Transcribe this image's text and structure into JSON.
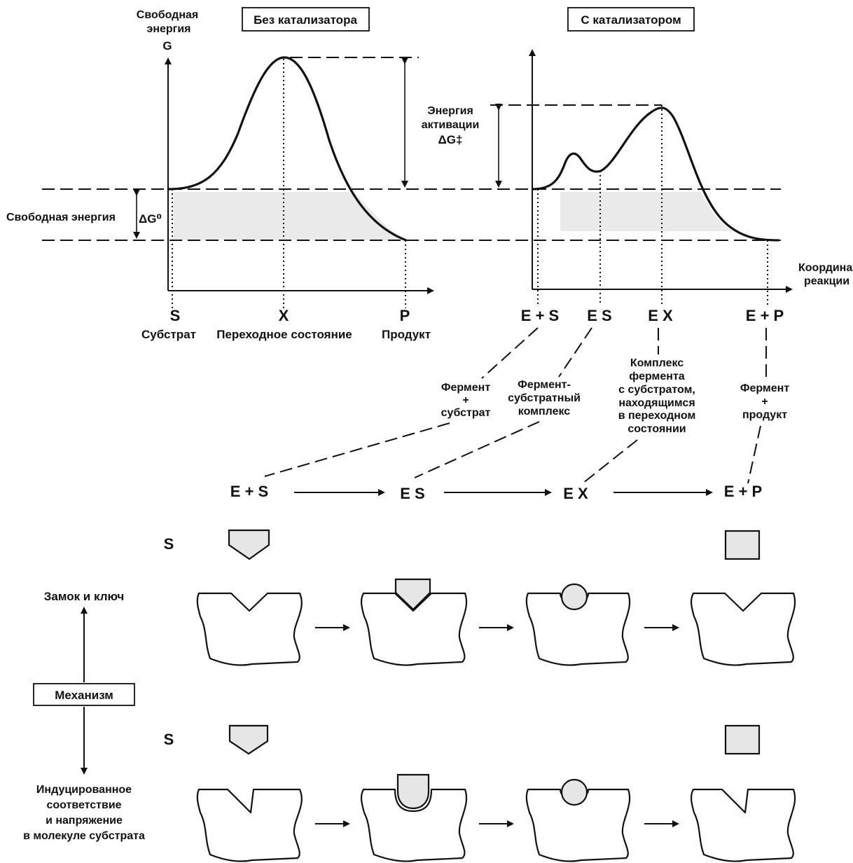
{
  "left_chart": {
    "title": "Без катализатора",
    "y_axis_label_line1": "Свободная",
    "y_axis_label_line2": "энергия",
    "y_axis_symbol": "G",
    "free_energy_label": "Свободная энергия",
    "delta_g0": "ΔG⁰",
    "points": [
      {
        "symbol": "S",
        "caption": "Субстрат"
      },
      {
        "symbol": "X",
        "caption": "Переходное состояние"
      },
      {
        "symbol": "P",
        "caption": "Продукт"
      }
    ]
  },
  "right_chart": {
    "title": "С катализатором",
    "activation_line1": "Энергия",
    "activation_line2": "активации",
    "activation_symbol": "ΔG‡",
    "x_axis_line1": "Координата",
    "x_axis_line2": "реакции",
    "points": [
      {
        "symbol": "E + S"
      },
      {
        "symbol": "E S"
      },
      {
        "symbol": "E X"
      },
      {
        "symbol": "E + P"
      }
    ]
  },
  "descriptions": {
    "es_free": [
      "Фермент",
      "+",
      "субстрат"
    ],
    "es_complex": [
      "Фермент-",
      "субстратный",
      "комплекс"
    ],
    "ex_complex": [
      "Комплекс",
      "фермента",
      "с субстратом,",
      "находящимся",
      "в переходном",
      "состоянии"
    ],
    "ep_free": [
      "Фермент",
      "+",
      "продукт"
    ]
  },
  "reaction_scheme": [
    "E + S",
    "E S",
    "E X",
    "E + P"
  ],
  "mechanism": {
    "box_label": "Механизм",
    "substrate_symbol": "S",
    "lock_key": "Замок и ключ",
    "induced_fit": [
      "Индуцированное",
      "соответствие",
      "и напряжение",
      "в молекуле субстрата"
    ]
  }
}
